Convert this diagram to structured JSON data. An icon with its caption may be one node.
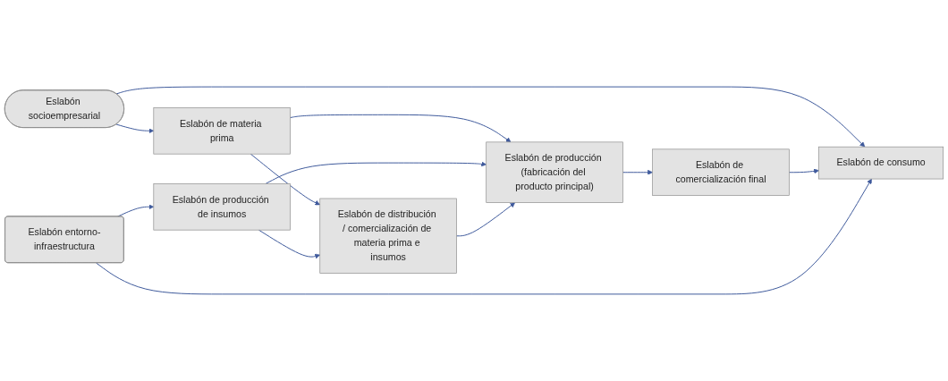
{
  "diagram": {
    "nodes": [
      {
        "text": [
          "Eslabón socioempresarial"
        ]
      },
      {
        "text": [
          "Eslabón de materia prima"
        ]
      },
      {
        "text": [
          "Eslabón de distribución / comercialización de materia prima e insumos"
        ]
      },
      {
        "text": [
          "Eslabón de producción (fabricación del producto principal)"
        ]
      },
      {
        "text": [
          "Eslabón de comercialización final"
        ]
      },
      {
        "text": [
          "Eslabón de consumo"
        ]
      },
      {
        "text": [
          "Eslabón de producción de insumos"
        ]
      },
      {
        "text": [
          "Eslabón entorno-infraestructura"
        ]
      }
    ],
    "edges": [
      {
        "from": 0,
        "to": 1,
        "arrow": "to"
      },
      {
        "from": 0,
        "to": 5,
        "arrow": "to"
      },
      {
        "from": 1,
        "to": 3,
        "arrow": "to"
      },
      {
        "from": 1,
        "to": 2,
        "arrow": "to"
      },
      {
        "from": 6,
        "to": 2,
        "arrow": "to"
      },
      {
        "from": 6,
        "to": 3,
        "arrow": "to"
      },
      {
        "from": 2,
        "to": 3,
        "arrow": "to"
      },
      {
        "from": 3,
        "to": 4,
        "arrow": "to"
      },
      {
        "from": 4,
        "to": 5,
        "arrow": "to"
      },
      {
        "from": 7,
        "to": 6,
        "arrow": "to"
      },
      {
        "from": 7,
        "to": 5,
        "arrow": "to"
      }
    ]
  }
}
